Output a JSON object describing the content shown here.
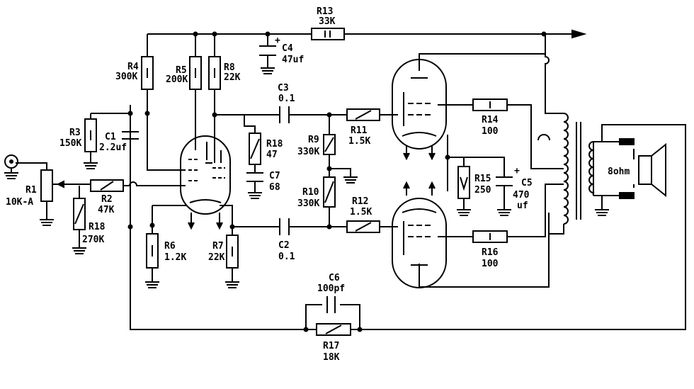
{
  "labels": {
    "r1": "R1",
    "r1_val": "10K-A",
    "r2": "R2",
    "r2_val": "47K",
    "r3": "R3",
    "r3_val": "150K",
    "r4": "R4",
    "r4_val": "300K",
    "r5": "R5",
    "r5_val": "200K",
    "r6": "R6",
    "r6_val": "1.2K",
    "r7": "R7",
    "r7_val": "22K",
    "r8": "R8",
    "r8_val": "22K",
    "r9": "R9",
    "r9_val": "330K",
    "r10": "R10",
    "r10_val": "330K",
    "r11": "R11",
    "r11_val": "1.5K",
    "r12": "R12",
    "r12_val": "1.5K",
    "r13": "R13",
    "r13_val": "33K",
    "r14": "R14",
    "r14_val": "100",
    "r15": "R15",
    "r15_val": "250",
    "r16": "R16",
    "r16_val": "100",
    "r17": "R17",
    "r17_val": "18K",
    "r18a": "R18",
    "r18a_val": "270K",
    "r18b": "R18",
    "r18b_val": "47",
    "c1": "C1",
    "c1_val": "2.2uf",
    "c2": "C2",
    "c2_val": "0.1",
    "c3": "C3",
    "c3_val": "0.1",
    "c4": "C4",
    "c4_val": "47uf",
    "c5": "C5",
    "c5_val": "470",
    "c5_unit": "uf",
    "c6": "C6",
    "c6_val": "100pf",
    "c7": "C7",
    "c7_val": "68",
    "speaker": "8ohm",
    "plus": "+"
  }
}
